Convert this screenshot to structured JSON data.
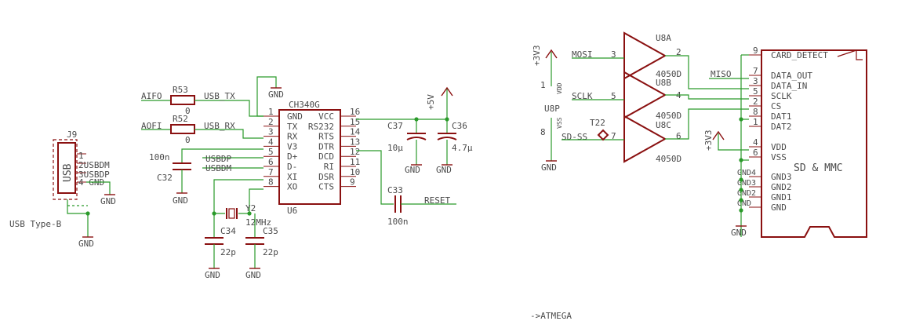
{
  "usb_connector": {
    "ref": "J9",
    "label": "USB",
    "type": "USB Type-B",
    "pins": [
      "1",
      "2USBDM",
      "3USBDP",
      "4 GND"
    ],
    "gnd": "GND",
    "gnd2": "GND"
  },
  "resistors": [
    {
      "ref": "R53",
      "value": "0",
      "net_in": "AIFO",
      "net_out": "USB_TX"
    },
    {
      "ref": "R52",
      "value": "0",
      "net_in": "AOFI",
      "net_out": "USB_RX"
    }
  ],
  "ch340": {
    "name": "CH340G",
    "ref": "U6",
    "left_pins": [
      {
        "num": "1",
        "name": "GND"
      },
      {
        "num": "2",
        "name": "TX"
      },
      {
        "num": "3",
        "name": "RX"
      },
      {
        "num": "4",
        "name": "V3"
      },
      {
        "num": "5",
        "name": "D+"
      },
      {
        "num": "6",
        "name": "D-"
      },
      {
        "num": "7",
        "name": "XI"
      },
      {
        "num": "8",
        "name": "XO"
      }
    ],
    "right_pins": [
      {
        "num": "16",
        "name": "VCC"
      },
      {
        "num": "15",
        "name": "RS232"
      },
      {
        "num": "14",
        "name": "RTS"
      },
      {
        "num": "13",
        "name": "DTR"
      },
      {
        "num": "12",
        "name": "DCD"
      },
      {
        "num": "11",
        "name": "RI"
      },
      {
        "num": "10",
        "name": "DSR"
      },
      {
        "num": "9",
        "name": "CTS"
      }
    ],
    "gnd": "GND"
  },
  "nets": {
    "usbdp": "USBDP",
    "usbdm": "USBDM",
    "reset": "RESET",
    "atmega": "->ATMEGA",
    "sd_ss": "SD-SS",
    "mosi": "MOSI",
    "sclk": "SCLK",
    "miso": "MISO"
  },
  "capacitors": [
    {
      "ref": "C32",
      "value": "100n",
      "gnd": "GND"
    },
    {
      "ref": "C37",
      "value": "10µ",
      "gnd": "GND"
    },
    {
      "ref": "C36",
      "value": "4.7µ",
      "gnd": "GND"
    },
    {
      "ref": "C33",
      "value": "100n"
    },
    {
      "ref": "C34",
      "value": "22p",
      "gnd": "GND"
    },
    {
      "ref": "C35",
      "value": "22p",
      "gnd": "GND"
    }
  ],
  "crystal": {
    "ref": "Y2",
    "value": "12MHz"
  },
  "supplies": {
    "v5": "+5V",
    "v33_a": "+3V3",
    "v33_b": "+3V3"
  },
  "buffer": {
    "units": [
      "U8A",
      "U8B",
      "U8C"
    ],
    "part": "4050D",
    "power_ref": "U8P",
    "vdd": "VDD",
    "vss": "VSS",
    "pins": [
      "3",
      "2",
      "5",
      "4",
      "7",
      "6",
      "1",
      "8"
    ],
    "test_point": "T22",
    "gnd": "GND"
  },
  "sd_card": {
    "title": "SD & MMC",
    "pins": [
      {
        "num": "9",
        "name": "CARD_DETECT"
      },
      {
        "num": "7",
        "name": "DATA_OUT"
      },
      {
        "num": "3",
        "name": "DATA_IN"
      },
      {
        "num": "5",
        "name": "SCLK"
      },
      {
        "num": "2",
        "name": "CS"
      },
      {
        "num": "8",
        "name": "DAT1"
      },
      {
        "num": "1",
        "name": "DAT2"
      },
      {
        "num": "4",
        "name": "VDD"
      },
      {
        "num": "6",
        "name": "VSS"
      },
      {
        "num": "GND4",
        "name": "GND3"
      },
      {
        "num": "GND3",
        "name": "GND2"
      },
      {
        "num": "GND2",
        "name": "GND1"
      },
      {
        "num": "GND",
        "name": "GND"
      }
    ],
    "gnd": "GND"
  },
  "colors": {
    "part": "#8a1010",
    "wire": "#2a9a2a",
    "text": "#4a4a4a"
  }
}
